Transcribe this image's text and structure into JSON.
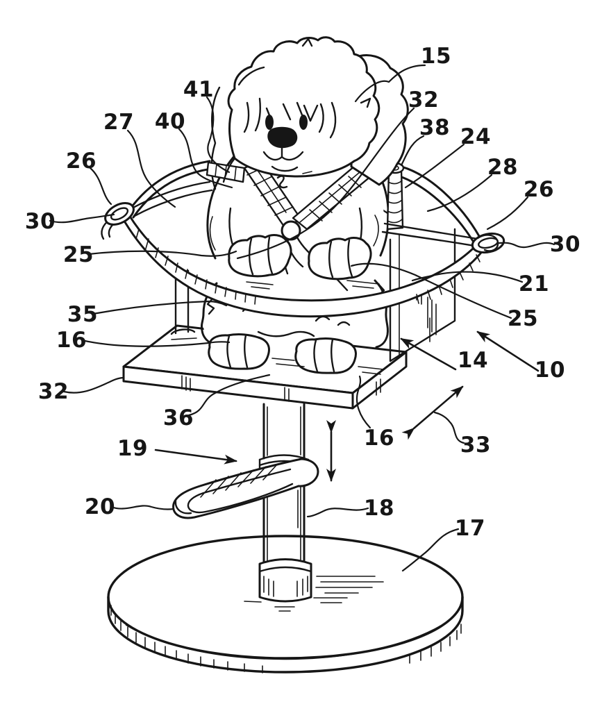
{
  "canvas": {
    "background": "#ffffff",
    "ink": "#161616"
  },
  "figure": {
    "kind": "patent-line-drawing",
    "subject": "pet grooming stand with seated dog, harness, pedestal and round base"
  },
  "labels": [
    {
      "id": "ref-15",
      "text": "15"
    },
    {
      "id": "ref-41",
      "text": "41"
    },
    {
      "id": "ref-40",
      "text": "40"
    },
    {
      "id": "ref-27",
      "text": "27"
    },
    {
      "id": "ref-26-left",
      "text": "26"
    },
    {
      "id": "ref-30-left",
      "text": "30"
    },
    {
      "id": "ref-32-top",
      "text": "32"
    },
    {
      "id": "ref-38",
      "text": "38"
    },
    {
      "id": "ref-24",
      "text": "24"
    },
    {
      "id": "ref-28",
      "text": "28"
    },
    {
      "id": "ref-26-right",
      "text": "26"
    },
    {
      "id": "ref-30-right",
      "text": "30"
    },
    {
      "id": "ref-21",
      "text": "21"
    },
    {
      "id": "ref-25-right",
      "text": "25"
    },
    {
      "id": "ref-25-left",
      "text": "25"
    },
    {
      "id": "ref-35",
      "text": "35"
    },
    {
      "id": "ref-16-left",
      "text": "16"
    },
    {
      "id": "ref-14",
      "text": "14"
    },
    {
      "id": "ref-10",
      "text": "10"
    },
    {
      "id": "ref-32-left",
      "text": "32"
    },
    {
      "id": "ref-36",
      "text": "36"
    },
    {
      "id": "ref-19",
      "text": "19"
    },
    {
      "id": "ref-16-right",
      "text": "16"
    },
    {
      "id": "ref-33",
      "text": "33"
    },
    {
      "id": "ref-20",
      "text": "20"
    },
    {
      "id": "ref-18",
      "text": "18"
    },
    {
      "id": "ref-17",
      "text": "17"
    }
  ]
}
